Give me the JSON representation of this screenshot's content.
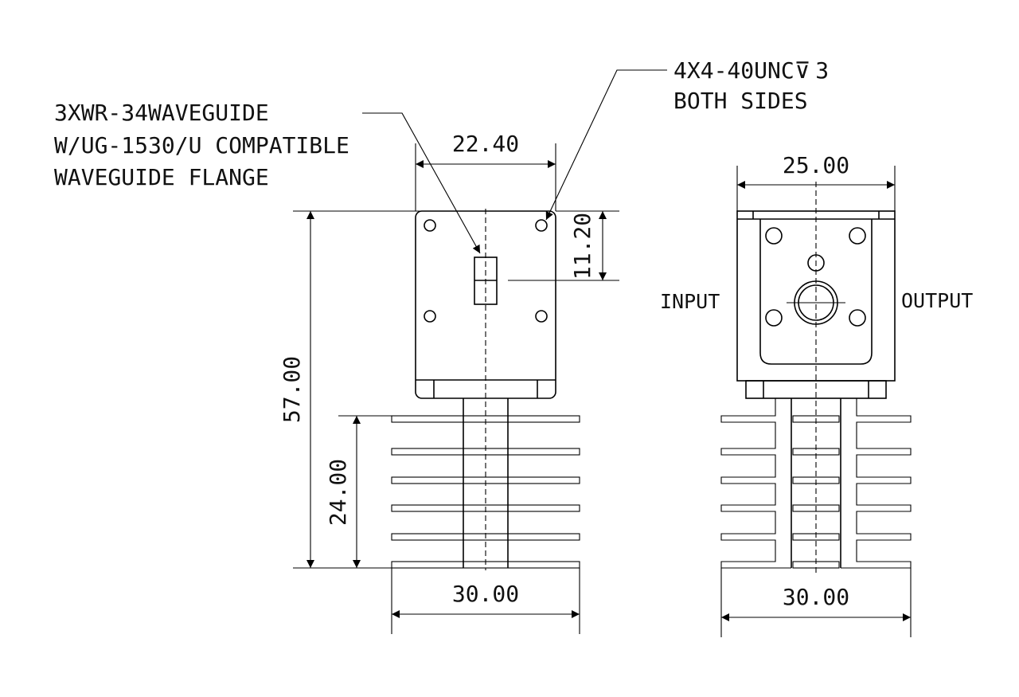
{
  "notes": {
    "waveguide_line1": "3XWR-34WAVEGUIDE",
    "waveguide_line2": "W/UG-1530/U COMPATIBLE",
    "waveguide_line3": "WAVEGUIDE FLANGE",
    "holes_line1": "4X4-40UNC",
    "holes_depth_symbol": "⊽",
    "holes_depth": "3",
    "holes_line2": "BOTH SIDES"
  },
  "labels": {
    "input": "INPUT",
    "output": "OUTPUT"
  },
  "dimensions": {
    "flange_width": "22.40",
    "total_height": "57.00",
    "hole_offset": "11.20",
    "heatsink_height": "24.00",
    "front_width": "30.00",
    "side_top_width": "25.00",
    "side_width": "30.00"
  },
  "colors": {
    "ink": "#000000",
    "paper": "#ffffff"
  }
}
